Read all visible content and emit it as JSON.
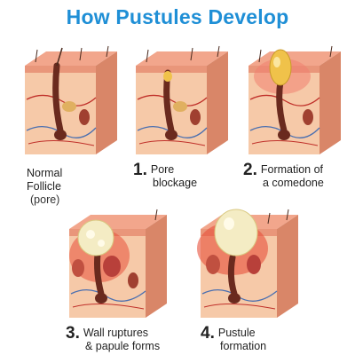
{
  "title": "How Pustules Develop",
  "stages": [
    {
      "number": "",
      "line1": "Normal",
      "line2": "Follicle",
      "line3": "(pore)"
    },
    {
      "number": "1.",
      "line1": "Pore",
      "line2": "blockage"
    },
    {
      "number": "2.",
      "line1": "Formation of",
      "line2": "a comedone"
    },
    {
      "number": "3.",
      "line1": "Wall ruptures",
      "line2": "& papule forms"
    },
    {
      "number": "4.",
      "line1": "Pustule",
      "line2": "formation"
    }
  ],
  "colors": {
    "title": "#1f8fd6",
    "skin_top": "#f2a68c",
    "skin_side": "#e79a7a",
    "dermis": "#f6c9a8",
    "follicle": "#6a2a1e",
    "sebum": "#f0c24a",
    "pus": "#f4ecc4",
    "inflammation": "#e8503a",
    "vessel_red": "#c0302a",
    "vessel_blue": "#4a6fb0"
  }
}
